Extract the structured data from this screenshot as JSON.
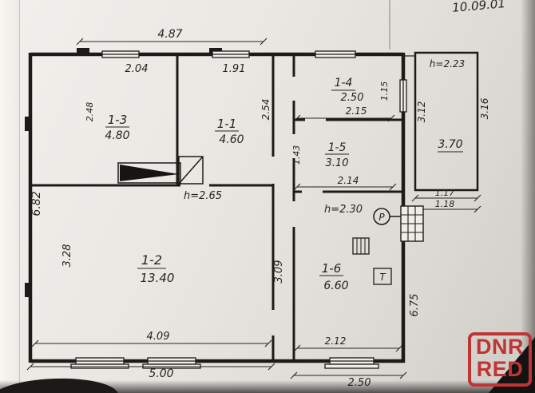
{
  "note": {
    "date": "10.09.01"
  },
  "stamp": {
    "line1": "DNR",
    "line2": "RED"
  },
  "rooms": {
    "r13": {
      "name": "1-3",
      "area": "4.80"
    },
    "r11": {
      "name": "1-1",
      "area": "4.60"
    },
    "r14": {
      "name": "1-4",
      "area": "2.50"
    },
    "r15": {
      "name": "1-5",
      "area": "3.10"
    },
    "r12": {
      "name": "1-2",
      "area": "13.40"
    },
    "r16": {
      "name": "1-6",
      "area": "6.60"
    },
    "annex": {
      "area": "3.70"
    }
  },
  "heights": {
    "hall": "h=2.65",
    "r16": "h=2.30",
    "annex": "h=2.23"
  },
  "dims": {
    "top_width": "4.87",
    "r13_width": "2.04",
    "r13_depth": "2.48",
    "r11_width": "1.91",
    "r11_depth": "2.54",
    "r14_width": "2.15",
    "r14_window": "1.15",
    "r15_width": "2.14",
    "r15_depth": "1.43",
    "left_height": "6.82",
    "r12_depth": "3.28",
    "r12_width": "4.09",
    "corridor_depth": "3.09",
    "r16_width": "2.12",
    "right_height": "6.75",
    "bottom_left": "5.00",
    "bottom_right": "2.50",
    "annex_left": "3.12",
    "annex_right": "3.16",
    "annex_step1": "1.17",
    "annex_step2": "1.18"
  },
  "symbols": {
    "meter": "Р",
    "boiler": "Т"
  }
}
